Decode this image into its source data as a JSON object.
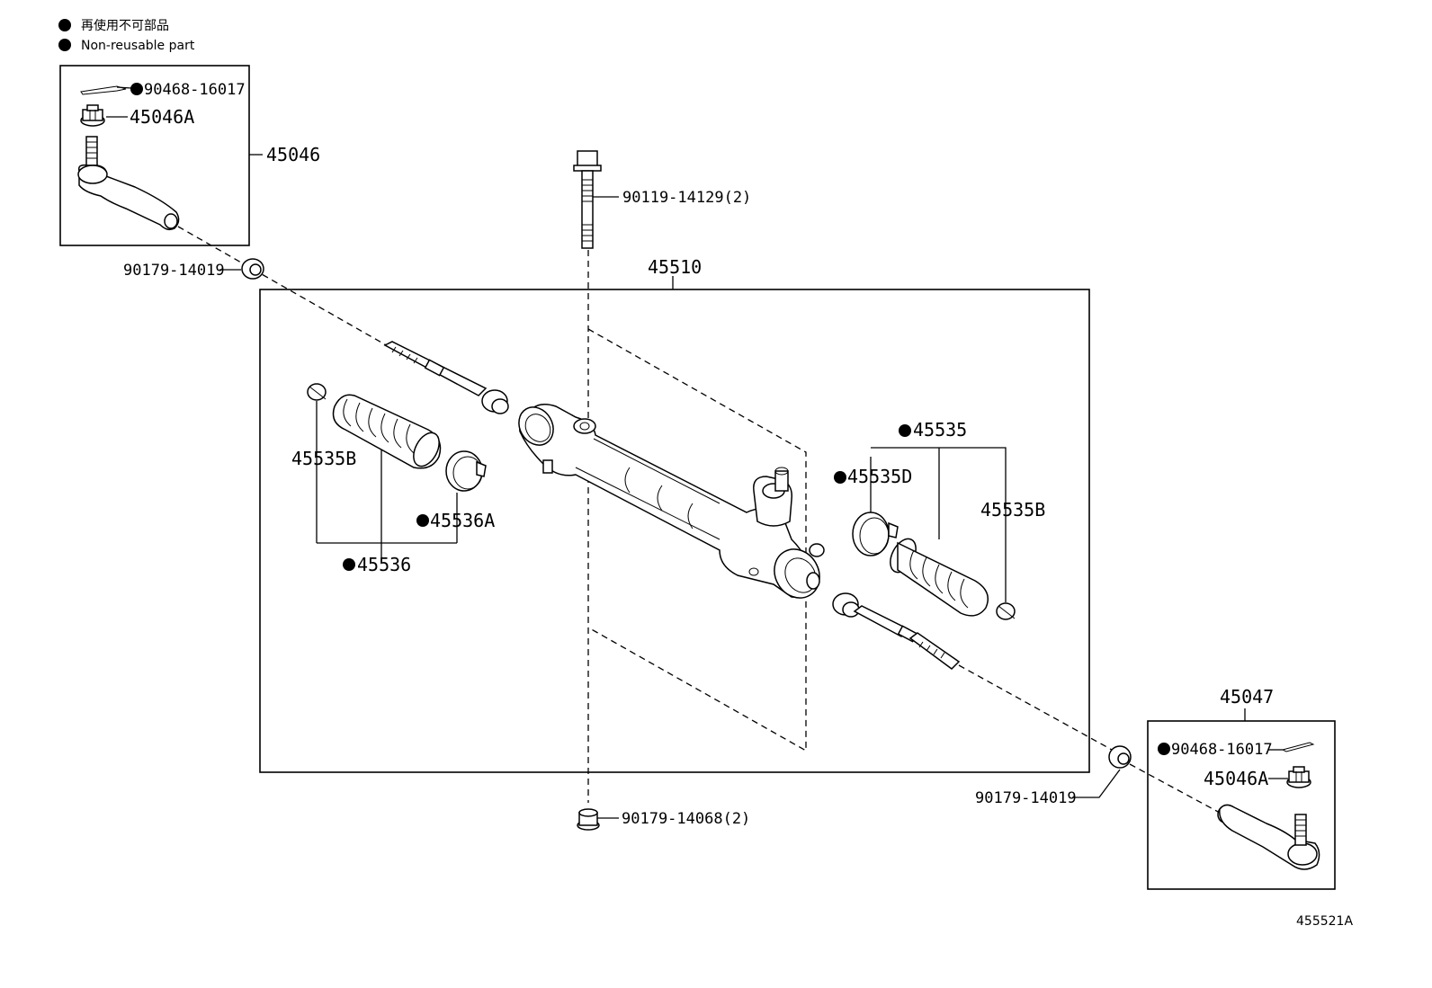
{
  "legend": {
    "line1": "再使用不可部品",
    "line2": "Non-reusable part"
  },
  "callouts": {
    "cotter_pin_left": "90468-16017",
    "nut_left": "45046A",
    "tie_rod_end_left": "45046",
    "bolt": "90119-14129(2)",
    "rack_assy": "45510",
    "nut_end_left": "90179-14019",
    "boot_left_clamp": "45535B",
    "boot_left_band": "45536A",
    "boot_left": "45536",
    "boot_right": "45535",
    "boot_right_band": "45535D",
    "boot_right_clamp": "45535B",
    "tie_rod_end_right": "45047",
    "cotter_pin_right": "90468-16017",
    "nut_right": "45046A",
    "nut_end_right": "90179-14019",
    "nut_bottom": "90179-14068(2)"
  },
  "diagram_code": "455521A"
}
